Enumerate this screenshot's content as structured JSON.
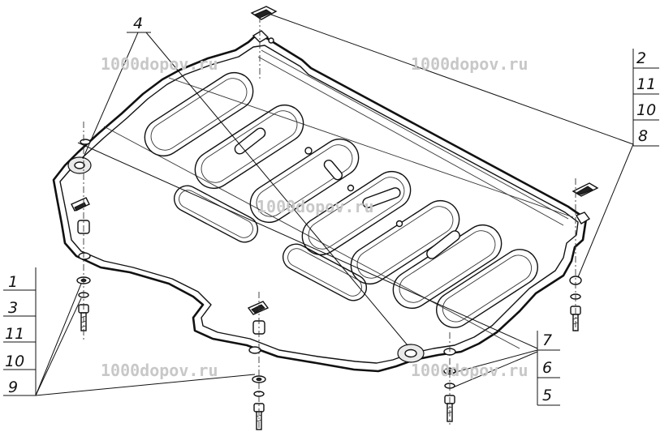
{
  "watermarks": [
    {
      "text": "1000dopov.ru"
    },
    {
      "text": "1000dopov.ru"
    },
    {
      "text": "1000dopov.ru"
    },
    {
      "text": "1000dopov.ru"
    },
    {
      "text": "1000dopov.ru"
    }
  ],
  "callouts": {
    "top_left": "4",
    "right_stack": [
      "2",
      "11",
      "10",
      "8"
    ],
    "left_stack": [
      "1",
      "3",
      "11",
      "10",
      "9"
    ],
    "bottom_right_stack": [
      "7",
      "6",
      "5"
    ]
  },
  "colors": {
    "line": "#111111",
    "watermark": "#c8c8c8",
    "background": "#ffffff"
  }
}
